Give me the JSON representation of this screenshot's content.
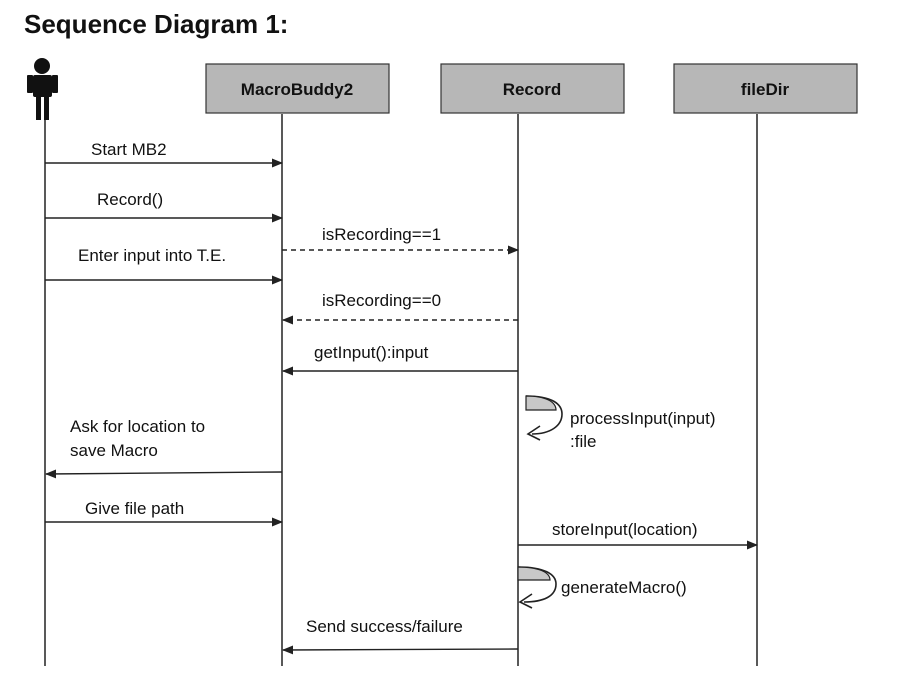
{
  "title": "Sequence Diagram 1:",
  "colors": {
    "box_fill": "#b7b7b7",
    "box_stroke": "#333333",
    "line": "#222222",
    "text": "#111111",
    "actor": "#111111"
  },
  "actor": {
    "icon": "stick-figure-icon"
  },
  "participants": [
    {
      "id": "macrobuddy2",
      "label": "MacroBuddy2"
    },
    {
      "id": "record",
      "label": "Record"
    },
    {
      "id": "filedir",
      "label": "fileDir"
    }
  ],
  "messages": [
    {
      "id": "start-mb2",
      "text": "Start MB2",
      "from": "actor",
      "to": "macrobuddy2",
      "style": "solid"
    },
    {
      "id": "record-call",
      "text": "Record()",
      "from": "actor",
      "to": "macrobuddy2",
      "style": "solid"
    },
    {
      "id": "is-recording-1",
      "text": "isRecording==1",
      "from": "macrobuddy2",
      "to": "record",
      "style": "dashed"
    },
    {
      "id": "enter-input",
      "text": "Enter input into T.E.",
      "from": "actor",
      "to": "macrobuddy2",
      "style": "solid"
    },
    {
      "id": "is-recording-0",
      "text": "isRecording==0",
      "from": "record",
      "to": "macrobuddy2",
      "style": "dashed"
    },
    {
      "id": "get-input",
      "text": "getInput():input",
      "from": "record",
      "to": "macrobuddy2",
      "style": "solid"
    },
    {
      "id": "process-input",
      "text": "processInput(input)",
      "text2": ":file",
      "from": "record",
      "to": "record",
      "style": "self"
    },
    {
      "id": "ask-location",
      "text": "Ask for location to",
      "text2": "save Macro",
      "from": "macrobuddy2",
      "to": "actor",
      "style": "solid"
    },
    {
      "id": "give-file-path",
      "text": "Give file path",
      "from": "actor",
      "to": "macrobuddy2",
      "style": "solid"
    },
    {
      "id": "store-input",
      "text": "storeInput(location)",
      "from": "record",
      "to": "filedir",
      "style": "solid"
    },
    {
      "id": "generate-macro",
      "text": "generateMacro()",
      "from": "record",
      "to": "record",
      "style": "self"
    },
    {
      "id": "send-result",
      "text": "Send success/failure",
      "from": "record",
      "to": "macrobuddy2",
      "style": "solid"
    }
  ]
}
